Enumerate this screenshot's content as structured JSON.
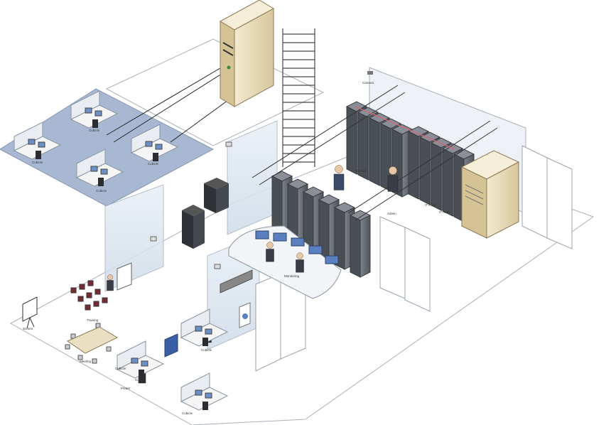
{
  "colors": {
    "floor": "#ffffff",
    "floor_line": "#b7bcc6",
    "office_floor": "#9fb0cc",
    "glass": "#dbe6f0",
    "rack": "#6b7079",
    "rack_dark": "#3f434a",
    "server_beige": "#ecdfc0",
    "console_blue": "#5a80bf",
    "ladder": "#444444"
  },
  "labels": {
    "office_desk_1": "Cubicle",
    "office_desk_2": "Cubicle",
    "office_desk_3": "Cubicle",
    "office_desk_4": "Cubicle",
    "rack_row_1": "IT Rack",
    "rack_row_2": "IT Rack",
    "rack_row_3": "IT Rack",
    "person_standing": "Admin",
    "monitoring": "Monitoring",
    "projector_screen": "Screen",
    "meeting_table": "Meeting",
    "training": "Training",
    "desk_lower_1": "Cubicle",
    "desk_lower_2": "Cubicle",
    "desk_lower_3": "Cubicle",
    "desk_lower_4": "Cubicle",
    "printer": "Printer",
    "camera_top": "Camera"
  }
}
